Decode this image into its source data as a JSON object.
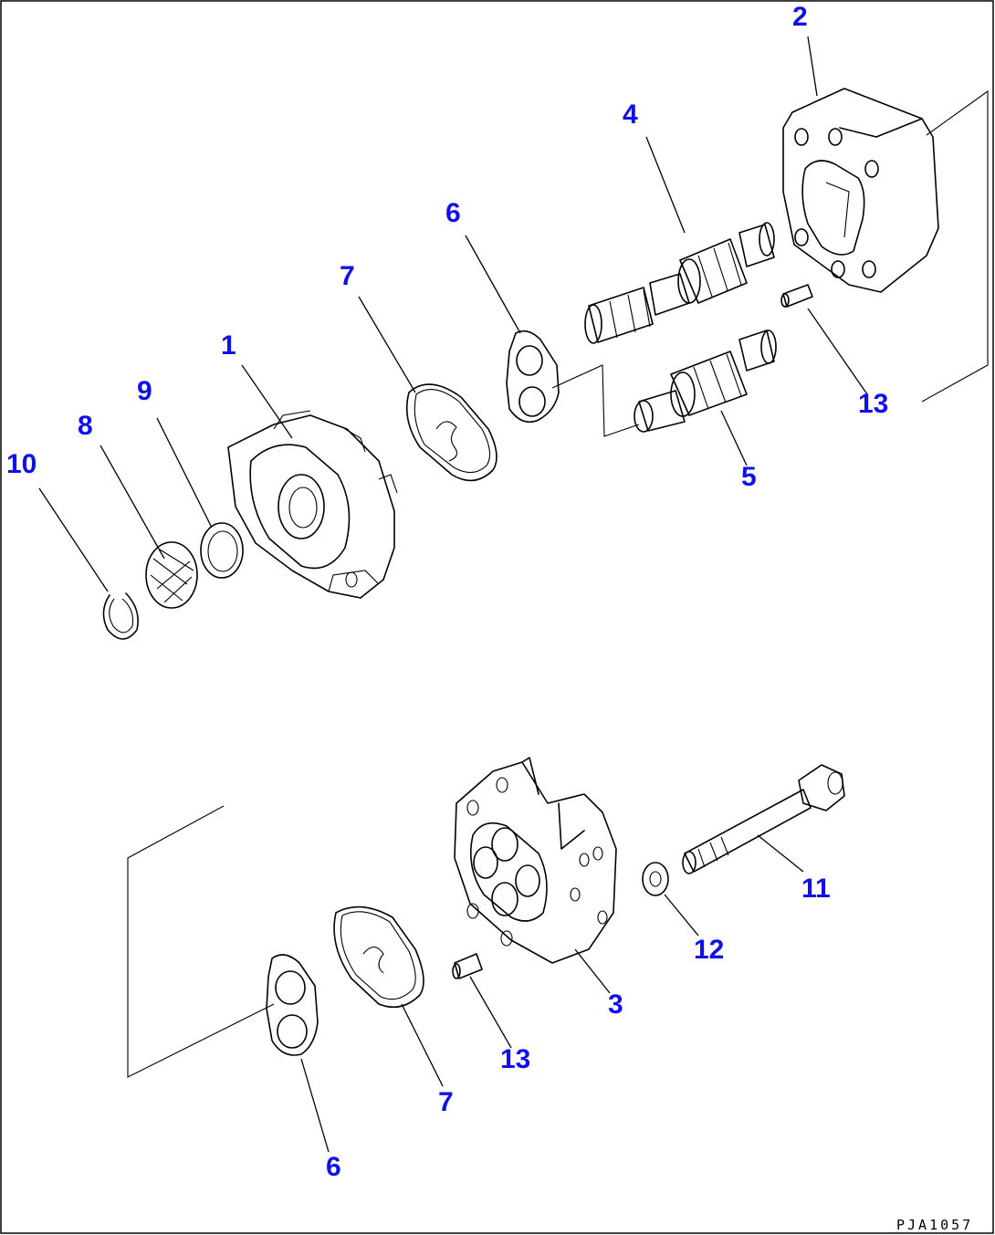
{
  "drawing_code": "PJA1057",
  "callouts": {
    "c1": "1",
    "c2": "2",
    "c3": "3",
    "c4": "4",
    "c5": "5",
    "c6_top": "6",
    "c6_bottom": "6",
    "c7_top": "7",
    "c7_bottom": "7",
    "c8": "8",
    "c9": "9",
    "c10": "10",
    "c11": "11",
    "c12": "12",
    "c13_top": "13",
    "c13_bottom": "13"
  },
  "colors": {
    "callout": "#1010ee",
    "line": "#000000",
    "background": "#ffffff"
  }
}
